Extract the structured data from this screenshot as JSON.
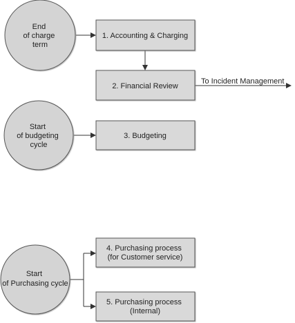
{
  "events": [
    {
      "id": "end-charge-term",
      "lines": [
        "End",
        "of charge",
        "term"
      ]
    },
    {
      "id": "start-budgeting",
      "lines": [
        "Start",
        "of budgeting",
        "cycle"
      ]
    },
    {
      "id": "start-purchasing",
      "lines": [
        "Start",
        "of Purchasing cycle"
      ]
    }
  ],
  "processes": [
    {
      "id": "accounting-charging",
      "lines": [
        "1. Accounting & Charging"
      ]
    },
    {
      "id": "financial-review",
      "lines": [
        "2. Financial Review"
      ]
    },
    {
      "id": "budgeting",
      "lines": [
        "3. Budgeting"
      ]
    },
    {
      "id": "purchasing-customer",
      "lines": [
        "4. Purchasing process",
        "(for Customer service)"
      ]
    },
    {
      "id": "purchasing-internal",
      "lines": [
        "5. Purchasing process",
        "(Internal)"
      ]
    }
  ],
  "connectors": {
    "incident_label": "To Incident Management"
  },
  "colors": {
    "event_fill": "#d4d4d4",
    "box_fill": "#d9d9d9",
    "stroke": "#555555",
    "line": "#333333"
  }
}
